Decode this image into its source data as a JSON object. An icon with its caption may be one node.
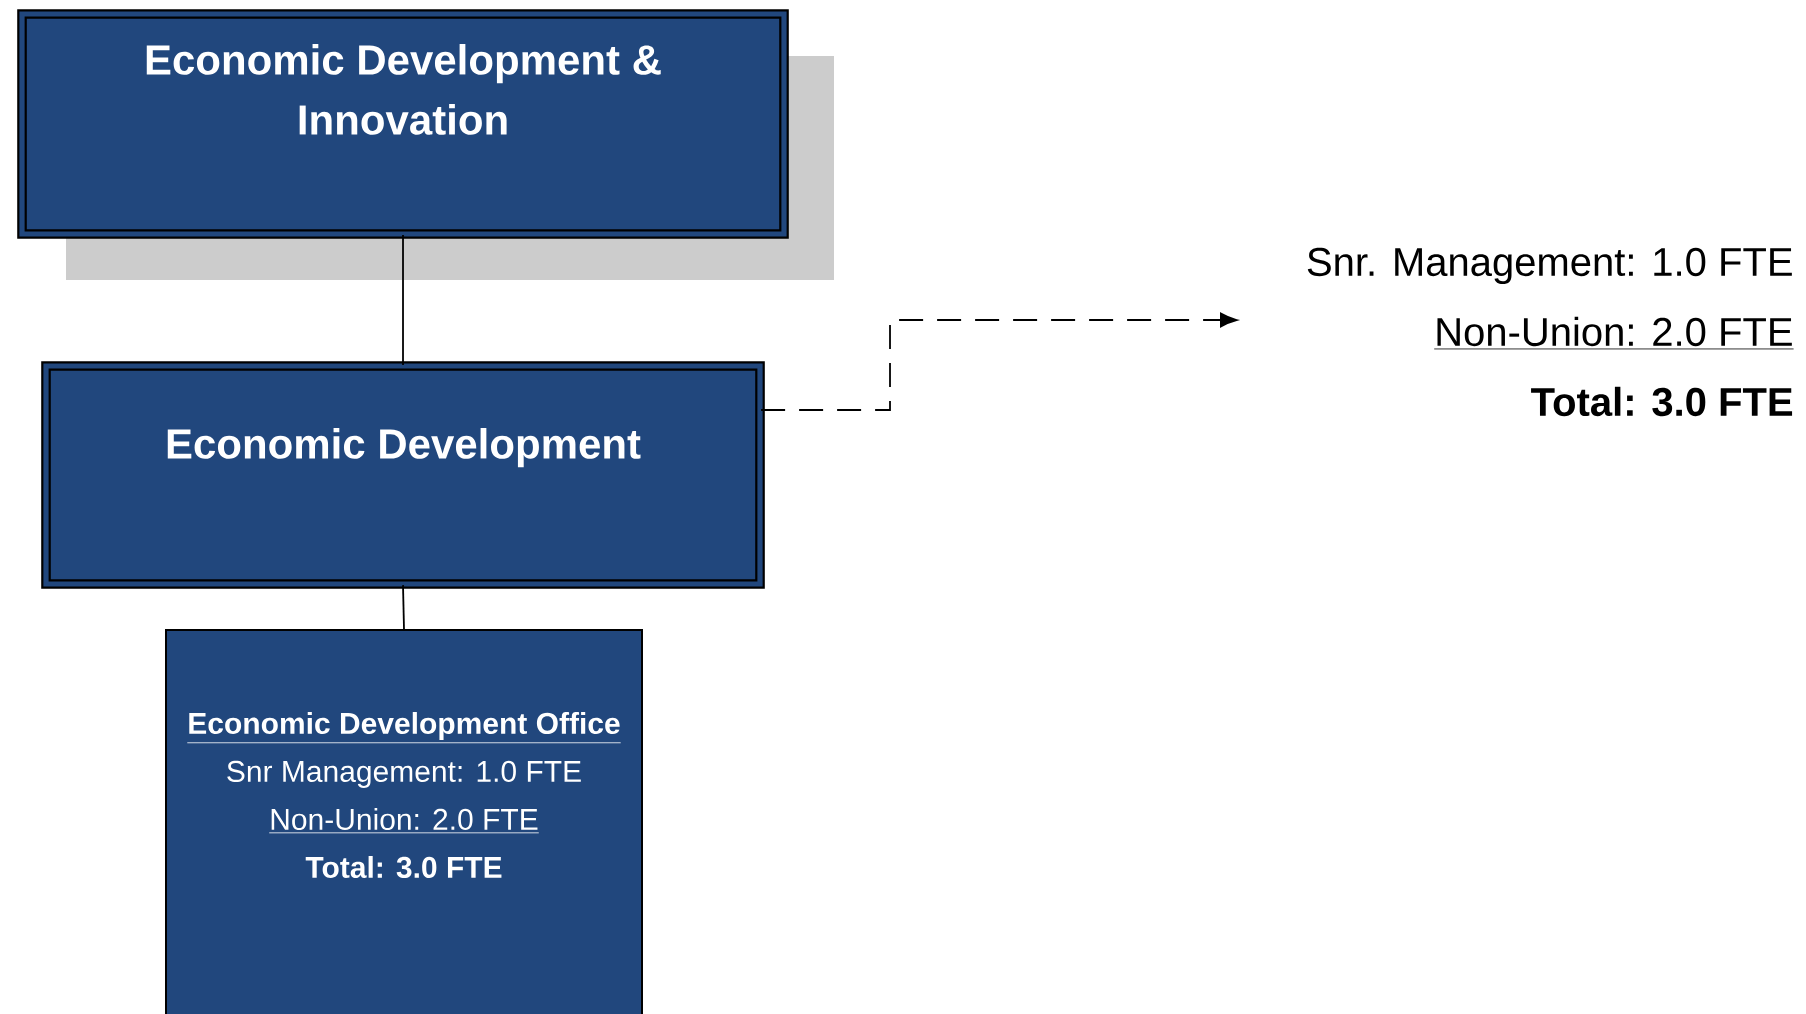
{
  "diagram": {
    "nodes": [
      {
        "text": [
          "Economic Development & Innovation"
        ]
      },
      {
        "text": [
          "Economic Development"
        ]
      },
      {
        "text": [
          "Economic Development Office",
          "Snr Management: 1.0 FTE",
          "Non-Union: 2.0 FTE",
          "Total: 3.0 FTE"
        ]
      },
      {
        "text": [
          "Snr. Management: 1.0 FTE",
          "Non-Union: 2.0 FTE",
          "Total: 3.0 FTE"
        ]
      }
    ],
    "edges": [
      {
        "from": 0,
        "to": 1,
        "arrow": "none"
      },
      {
        "from": 1,
        "to": 2,
        "arrow": "none"
      },
      {
        "from": 1,
        "to": 3,
        "arrow": "to",
        "style": "dashed"
      }
    ]
  }
}
